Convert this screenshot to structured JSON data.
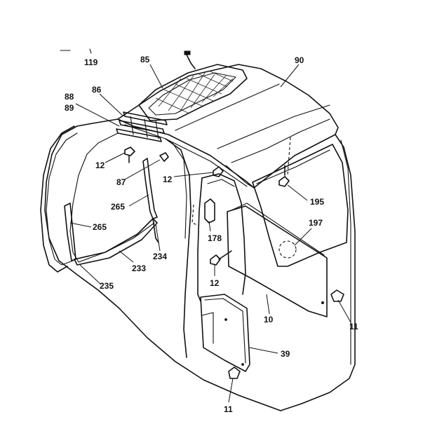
{
  "labels": {
    "p119": "119",
    "p85": "85",
    "p90": "90",
    "p88": "88",
    "p89": "89",
    "p86": "86",
    "p12a": "12",
    "p87": "87",
    "p12b": "12",
    "p195": "195",
    "p265a": "265",
    "p265b": "265",
    "p178": "178",
    "p197": "197",
    "p234": "234",
    "p233": "233",
    "p12c": "12",
    "p235": "235",
    "p10": "10",
    "p11a": "11",
    "p39": "39",
    "p11b": "11"
  }
}
